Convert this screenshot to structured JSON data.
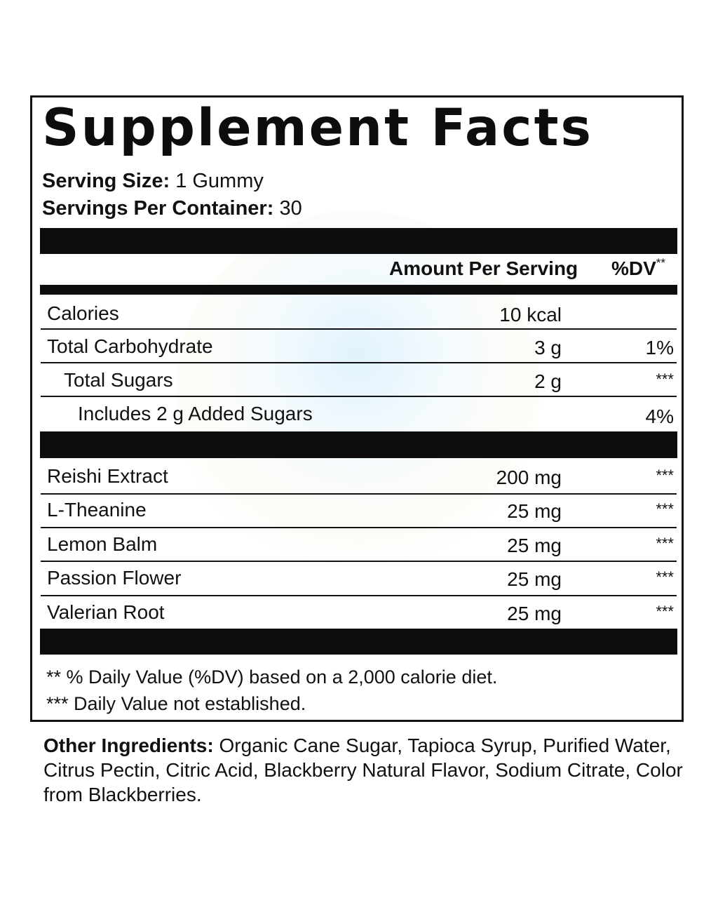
{
  "title": "Supplement Facts",
  "serving_size": {
    "label": "Serving Size:",
    "value": "1 Gummy"
  },
  "servings_per_container": {
    "label": "Servings Per Container:",
    "value": "30"
  },
  "header": {
    "amount": "Amount Per Serving",
    "dv": "%DV",
    "dv_mark": "**"
  },
  "nutrients": [
    {
      "name": "Calories",
      "amount": "10 kcal",
      "dv": ""
    },
    {
      "name": "Total Carbohydrate",
      "amount": "3 g",
      "dv": "1%"
    },
    {
      "name": "Total Sugars",
      "amount": "2 g",
      "dv": "***"
    },
    {
      "name": "Includes 2 g Added Sugars",
      "amount": "",
      "dv": "4%"
    }
  ],
  "ingredients": [
    {
      "name": "Reishi Extract",
      "amount": "200 mg",
      "dv": "***"
    },
    {
      "name": "L-Theanine",
      "amount": "25 mg",
      "dv": "***"
    },
    {
      "name": "Lemon Balm",
      "amount": "25 mg",
      "dv": "***"
    },
    {
      "name": "Passion Flower",
      "amount": "25 mg",
      "dv": "***"
    },
    {
      "name": "Valerian Root",
      "amount": "25 mg",
      "dv": "***"
    }
  ],
  "footnotes": [
    "** % Daily Value (%DV) based on a 2,000 calorie diet.",
    "*** Daily Value not established."
  ],
  "other_ingredients": {
    "label": "Other Ingredients:",
    "text": "Organic Cane Sugar, Tapioca Syrup, Purified Water, Citrus Pectin, Citric Acid, Blackberry Natural Flavor, Sodium Citrate, Color from Blackberries."
  }
}
